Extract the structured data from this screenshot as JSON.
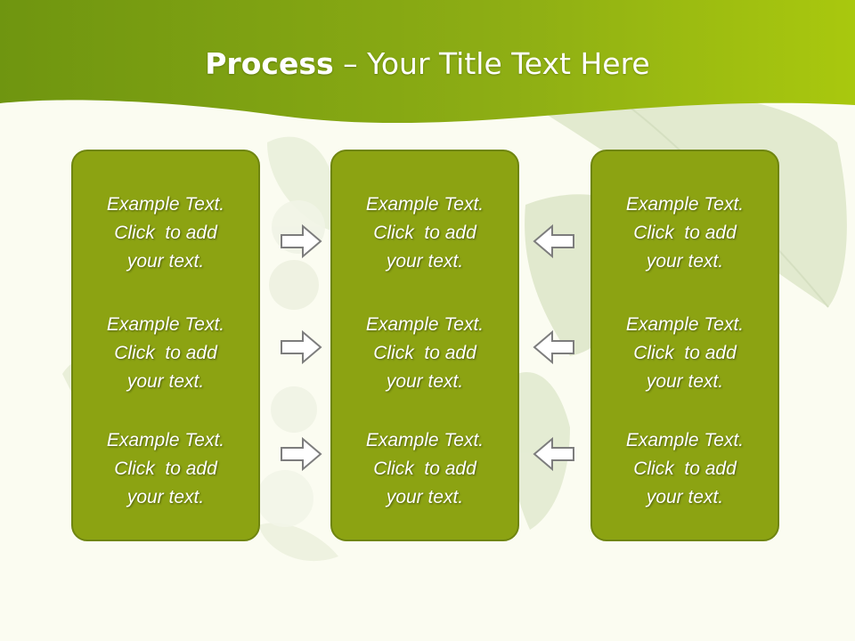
{
  "title": {
    "bold": "Process",
    "rest": " – Your Title Text Here"
  },
  "columns": [
    {
      "items": [
        [
          "Example Text.",
          "Click  to add",
          "your text."
        ],
        [
          "Example Text.",
          "Click  to add",
          "your text."
        ],
        [
          "Example Text.",
          "Click  to add",
          "your text."
        ]
      ]
    },
    {
      "items": [
        [
          "Example Text.",
          "Click  to add",
          "your text."
        ],
        [
          "Example Text.",
          "Click  to add",
          "your text."
        ],
        [
          "Example Text.",
          "Click  to add",
          "your text."
        ]
      ]
    },
    {
      "items": [
        [
          "Example Text.",
          "Click  to add",
          "your text."
        ],
        [
          "Example Text.",
          "Click  to add",
          "your text."
        ],
        [
          "Example Text.",
          "Click  to add",
          "your text."
        ]
      ]
    }
  ],
  "arrows": {
    "left_group": "right-arrow-icon",
    "right_group": "left-arrow-icon"
  },
  "colors": {
    "header_green": "#8fae14",
    "box_fill": "#8ca312",
    "box_border": "#6f8510",
    "background": "#fbfcf1",
    "arrow_stroke": "#7d7d7d"
  }
}
